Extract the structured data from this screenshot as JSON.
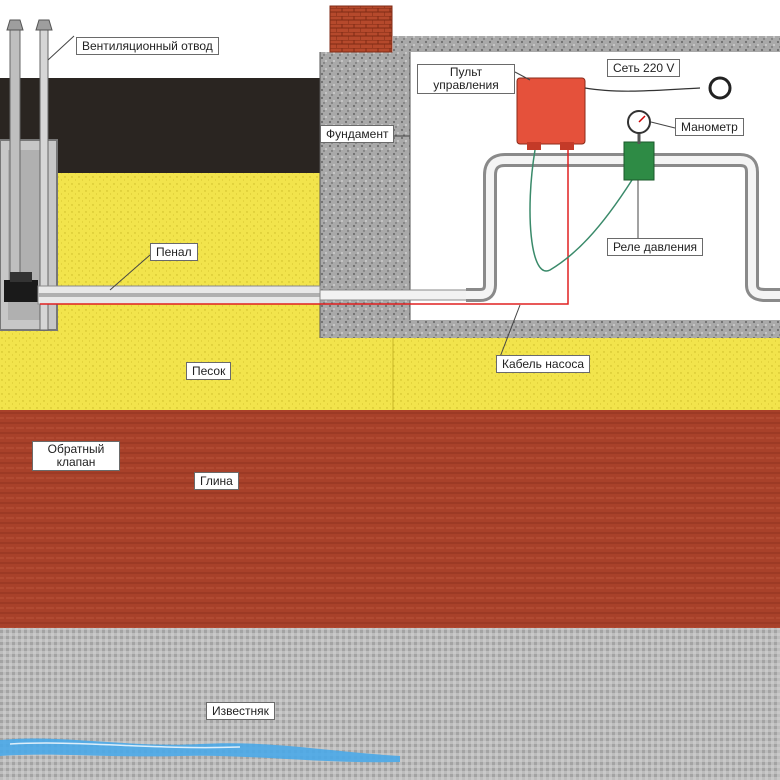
{
  "labels": {
    "vent": "Вентиляционный отвод",
    "foundation": "Фундамент",
    "control_panel": "Пульт управления",
    "mains": "Сеть 220 V",
    "manometer": "Манометр",
    "pressure_relay": "Реле давления",
    "casing": "Пенал",
    "sand": "Песок",
    "pump_cable": "Кабель насоса",
    "check_valve": "Обратный клапан",
    "clay": "Глина",
    "limestone": "Известняк"
  },
  "colors": {
    "topsoil": "#2a2521",
    "sand": "#f2e44c",
    "clay": "#a8412a",
    "limestone": "#bdbdbd",
    "foundation": "#a9a9a9",
    "brick": "#b5492c",
    "control_panel": "#e5513b",
    "pressure_relay": "#2e8b45",
    "pump_cable": "#e02020",
    "water": "#4aa8e8"
  }
}
